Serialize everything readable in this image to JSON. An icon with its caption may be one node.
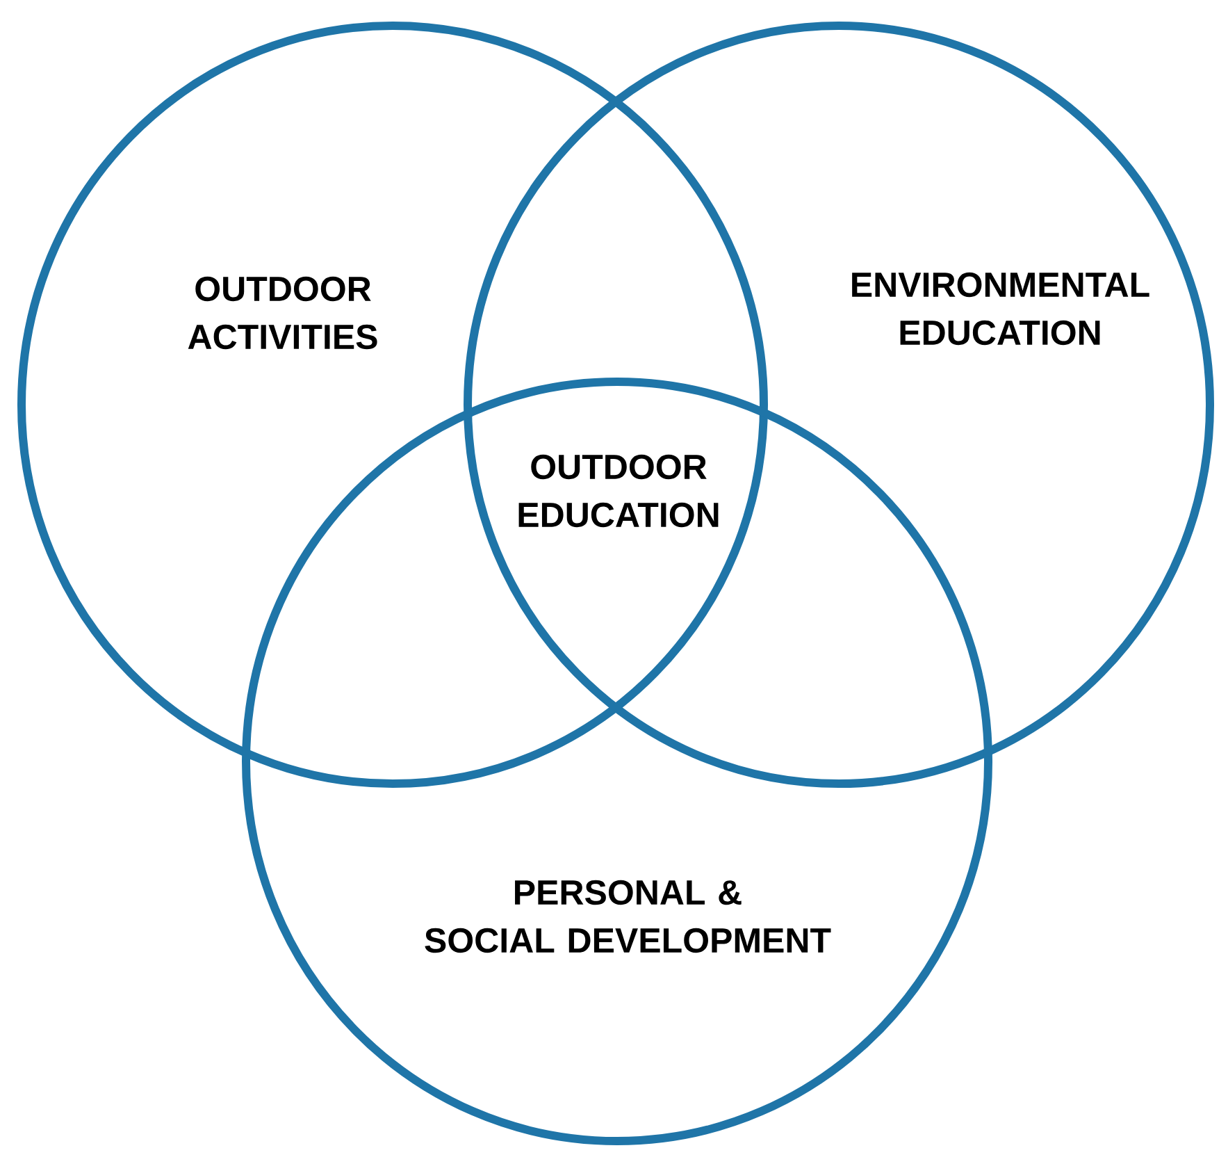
{
  "diagram": {
    "nodes": [
      {
        "text": [
          "OUTDOOR ACTIVITIES"
        ]
      },
      {
        "text": [
          "ENVIRONMENTAL EDUCATION"
        ]
      },
      {
        "text": [
          "PERSONAL & SOCIAL DEVELOPMENT"
        ]
      }
    ],
    "labels": [
      "OUTDOOR EDUCATION"
    ]
  }
}
